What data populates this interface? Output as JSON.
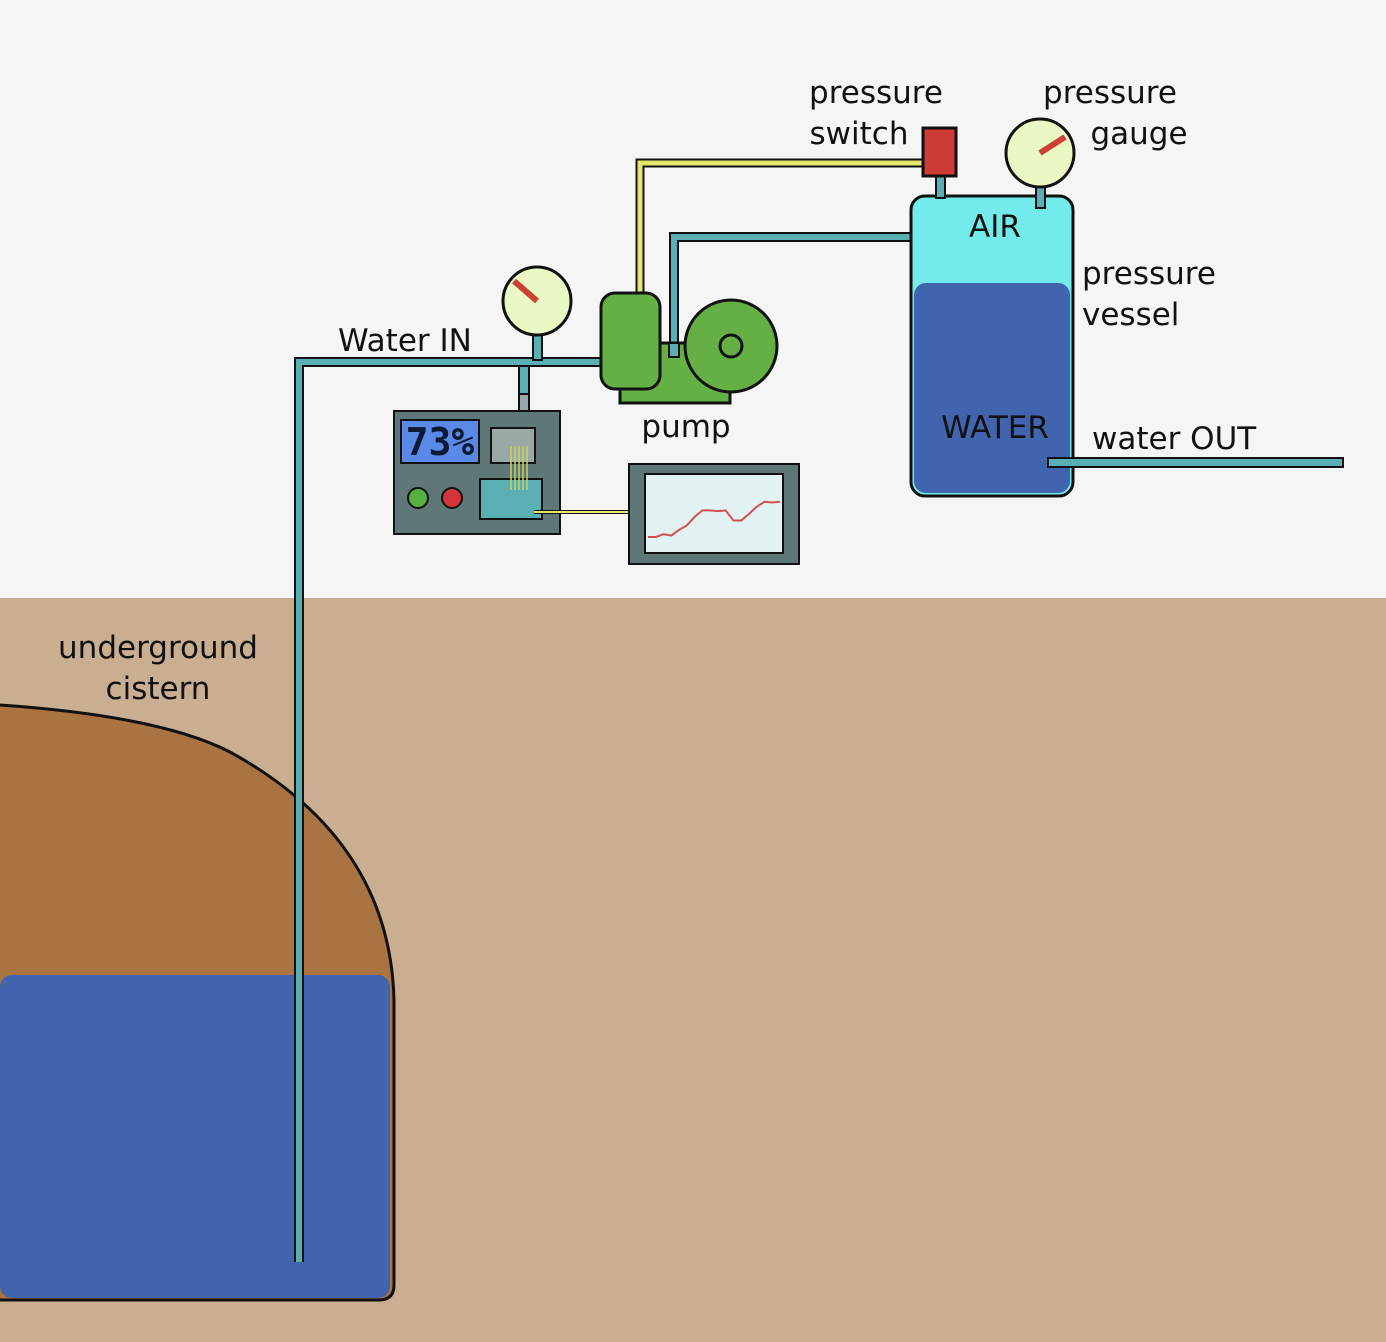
{
  "labels": {
    "pressure_switch_line1": "pressure",
    "pressure_switch_line2": "switch",
    "pressure_gauge_line1": "pressure",
    "pressure_gauge_line2": "gauge",
    "air": "AIR",
    "pressure_vessel_line1": "pressure",
    "pressure_vessel_line2": "vessel",
    "water_tank": "WATER",
    "water_out": "water OUT",
    "water_in": "Water IN",
    "pump": "pump",
    "cistern_line1": "underground",
    "cistern_line2": "cistern"
  },
  "controller": {
    "display_value": "73%"
  },
  "monitor": {
    "trend": [
      0.18,
      0.18,
      0.22,
      0.2,
      0.28,
      0.34,
      0.46,
      0.55,
      0.55,
      0.54,
      0.55,
      0.41,
      0.41,
      0.5,
      0.6,
      0.67,
      0.66,
      0.67
    ]
  },
  "colors": {
    "sky": "#f5f5f5",
    "ground": "#c9ae92",
    "cistern_earth": "#a97442",
    "water": "#4064ad",
    "air": "#74ebeb",
    "pipe": "#5aafb5",
    "signal_wire": "#e3e86a",
    "pump": "#64b045",
    "gauge_face": "#eaf8c3",
    "needle": "#cc4035",
    "switch": "#cc3b36",
    "panel": "#5f7777",
    "lcd": "#5a8ae8",
    "led_green": "#55b140",
    "led_red": "#d3333b",
    "trend_line": "#d25050"
  }
}
